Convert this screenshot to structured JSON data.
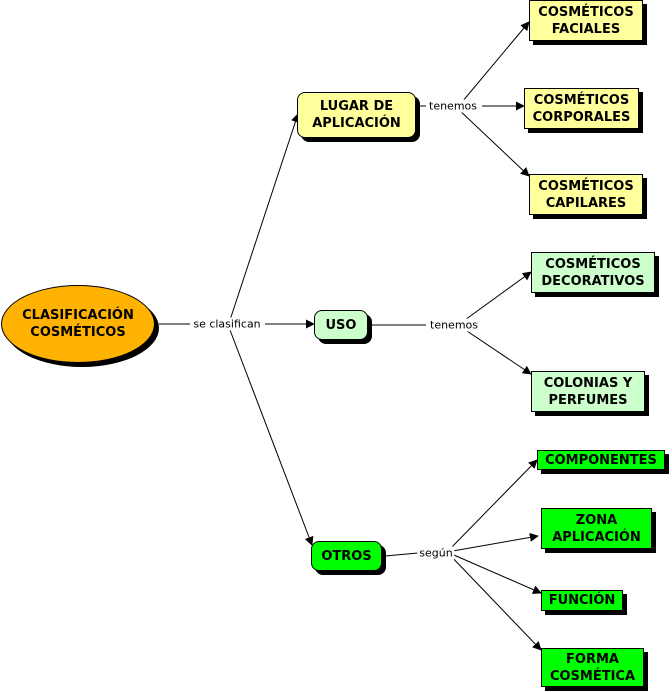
{
  "colors": {
    "root": "#ffb200",
    "category": "#ffff9c",
    "uso": "#ccffcc",
    "otros": "#00ff00",
    "line": "#000000"
  },
  "root": "CLASIFICACIÓN\nCOSMÉTICOS",
  "link_root": "se clasifican",
  "lugar": {
    "label": "LUGAR DE\nAPLICACIÓN",
    "link": "tenemos",
    "children": [
      "COSMÉTICOS\nFACIALES",
      "COSMÉTICOS\nCORPORALES",
      "COSMÉTICOS\nCAPILARES"
    ]
  },
  "uso": {
    "label": "USO",
    "link": "tenemos",
    "children": [
      "COSMÉTICOS\nDECORATIVOS",
      "COLONIAS Y\nPERFUMES"
    ]
  },
  "otros": {
    "label": "OTROS",
    "link": "según",
    "children": [
      "COMPONENTES",
      "ZONA\nAPLICACIÓN",
      "FUNCIÓN",
      "FORMA\nCOSMÉTICA"
    ]
  }
}
